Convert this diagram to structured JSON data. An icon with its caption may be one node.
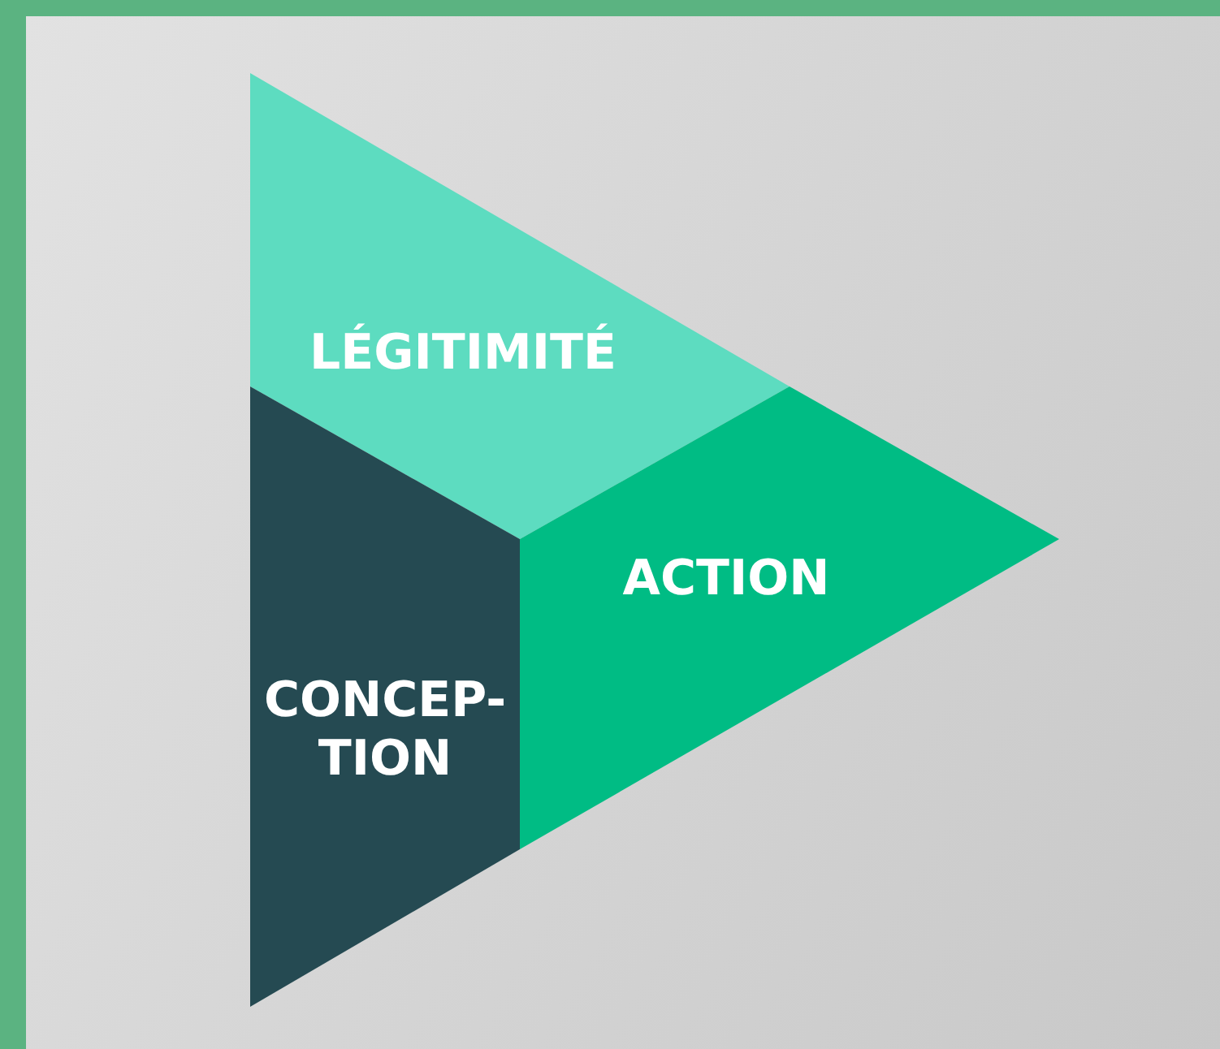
{
  "diagram": {
    "nodes": [
      {
        "text": [
          "LÉGITIMITÉ"
        ]
      },
      {
        "text": [
          "ACTION"
        ]
      },
      {
        "text": [
          "CONCEP- TION"
        ]
      }
    ]
  }
}
